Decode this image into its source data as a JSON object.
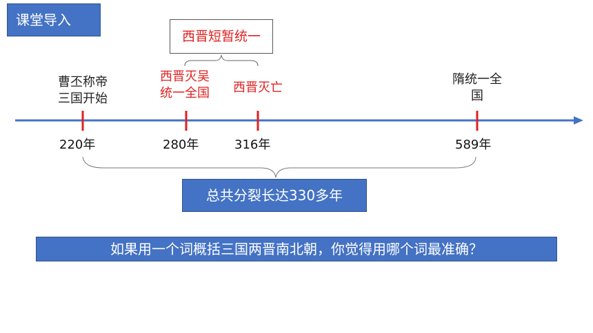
{
  "header": {
    "title": "课堂导入"
  },
  "annotation": {
    "label": "西晋短暂统一"
  },
  "events": [
    {
      "text_line1": "曹丕称帝",
      "text_line2": "三国开始",
      "year": "220年",
      "color": "black"
    },
    {
      "text_line1": "西晋灭吴",
      "text_line2": "统一全国",
      "year": "280年",
      "color": "red"
    },
    {
      "text_line1": "西晋灭亡",
      "text_line2": "",
      "year": "316年",
      "color": "red"
    },
    {
      "text_line1": "隋统一全",
      "text_line2": "国",
      "year": "589年",
      "color": "black"
    }
  ],
  "summary": {
    "label": "总共分裂长达330多年"
  },
  "question": {
    "text": "如果用一个词概括三国两晋南北朝，你觉得用哪个词最准确？"
  },
  "colors": {
    "accent": "#4472c4",
    "timeline": "#4472c4",
    "tick": "#e02020",
    "highlight": "#e02020"
  }
}
